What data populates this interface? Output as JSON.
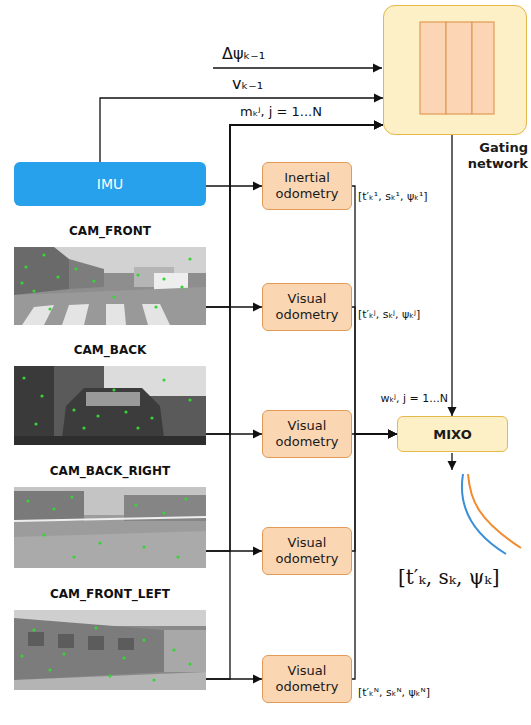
{
  "diagram": {
    "nodes": [
      {
        "text": [
          "Gating network"
        ]
      },
      {
        "text": [
          "IMU"
        ]
      },
      {
        "text": [
          "Inertial odometry"
        ]
      },
      {
        "text": [
          "CAM_FRONT"
        ]
      },
      {
        "text": [
          "Visual odometry"
        ]
      },
      {
        "text": [
          "CAM_BACK"
        ]
      },
      {
        "text": [
          "Visual odometry"
        ]
      },
      {
        "text": [
          "MIXO"
        ]
      },
      {
        "text": [
          "CAM_BACK_RIGHT"
        ]
      },
      {
        "text": [
          "Visual odometry"
        ]
      },
      {
        "text": [
          "CAM_FRONT_LEFT"
        ]
      },
      {
        "text": [
          "Visual odometry"
        ]
      }
    ],
    "edges": [
      {
        "from": 1,
        "to": 0,
        "arrow": "to"
      },
      {
        "from": 1,
        "to": 2,
        "arrow": "to"
      },
      {
        "from": 3,
        "to": 4,
        "arrow": "to"
      },
      {
        "from": 5,
        "to": 6,
        "arrow": "to"
      },
      {
        "from": 8,
        "to": 9,
        "arrow": "to"
      },
      {
        "from": 10,
        "to": 11,
        "arrow": "to"
      },
      {
        "from": 3,
        "to": 0,
        "arrow": "to"
      },
      {
        "from": 5,
        "to": 0,
        "arrow": "to"
      },
      {
        "from": 8,
        "to": 0,
        "arrow": "to"
      },
      {
        "from": 10,
        "to": 0,
        "arrow": "to"
      },
      {
        "from": 2,
        "to": 7,
        "arrow": "to"
      },
      {
        "from": 4,
        "to": 7,
        "arrow": "to"
      },
      {
        "from": 6,
        "to": 7,
        "arrow": "to"
      },
      {
        "from": 9,
        "to": 7,
        "arrow": "to"
      },
      {
        "from": 11,
        "to": 7,
        "arrow": "to"
      },
      {
        "from": 0,
        "to": 7,
        "arrow": "to"
      }
    ],
    "labels": [
      "Δψₖ₋₁",
      "vₖ₋₁",
      "mₖʲ, j = 1...N",
      "[t′ₖ¹, sₖ¹, ψₖ¹]",
      "[t′ₖʲ, sₖʲ, ψₖʲ]",
      "wₖʲ, j = 1...N",
      "[t′ₖ, sₖ, ψₖ]",
      "[t′ₖᴺ, sₖᴺ, ψₖᴺ]"
    ]
  }
}
